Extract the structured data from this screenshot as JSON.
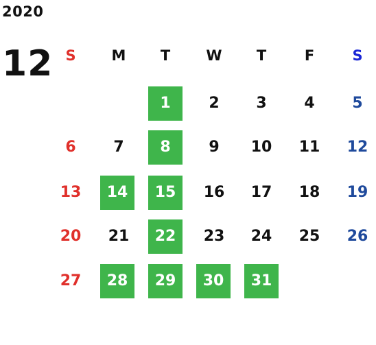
{
  "calendar": {
    "year": "2020",
    "month": "12",
    "weekdays": [
      "S",
      "M",
      "T",
      "W",
      "T",
      "F",
      "S"
    ],
    "weeks": [
      [
        "",
        "",
        "1",
        "2",
        "3",
        "4",
        "5"
      ],
      [
        "6",
        "7",
        "8",
        "9",
        "10",
        "11",
        "12"
      ],
      [
        "13",
        "14",
        "15",
        "16",
        "17",
        "18",
        "19"
      ],
      [
        "20",
        "21",
        "22",
        "23",
        "24",
        "25",
        "26"
      ],
      [
        "27",
        "28",
        "29",
        "30",
        "31",
        "",
        ""
      ]
    ],
    "highlighted_days": [
      "1",
      "8",
      "14",
      "15",
      "22",
      "28",
      "29",
      "30",
      "31"
    ],
    "colors": {
      "highlight": "#3fb54b",
      "sunday": "#e0302b",
      "saturday_header": "#1a26d6",
      "saturday": "#1f4a9c",
      "text": "#111111"
    }
  }
}
